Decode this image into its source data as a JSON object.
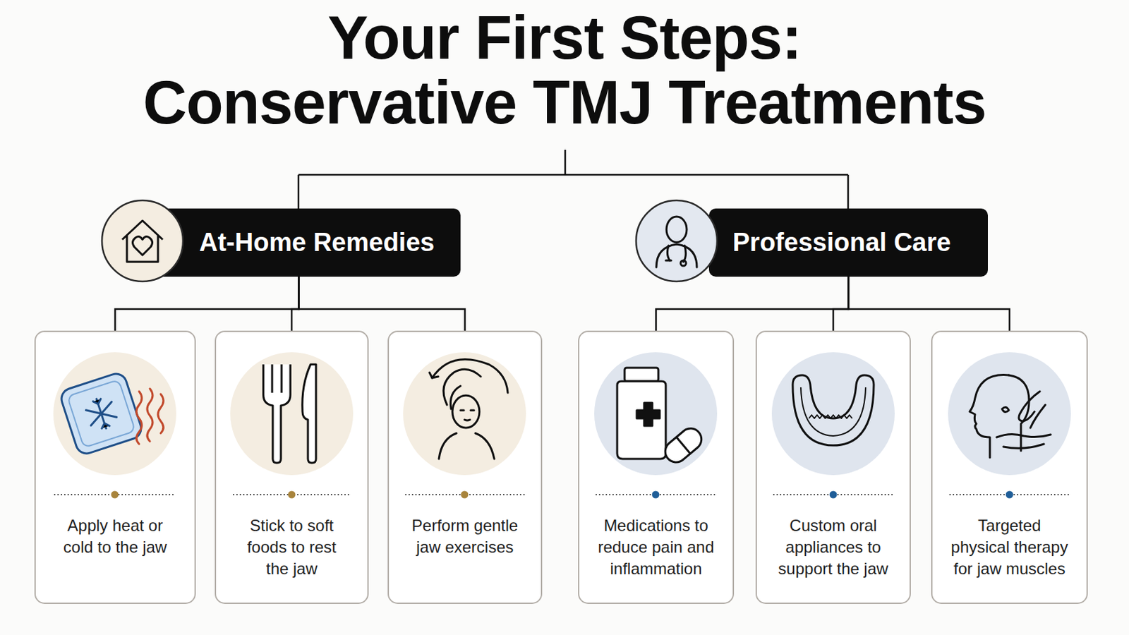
{
  "diagram": {
    "title": "Your First Steps: Conservative TMJ Treatments",
    "nodes": [
      {
        "text": [
          "At-Home Remedies"
        ]
      },
      {
        "text": [
          "Apply heat or cold to the jaw"
        ]
      },
      {
        "text": [
          "Stick to soft foods to rest the jaw"
        ]
      },
      {
        "text": [
          "Perform gentle jaw exercises"
        ]
      },
      {
        "text": [
          "Professional Care"
        ]
      },
      {
        "text": [
          "Medications to reduce pain and inflammation"
        ]
      },
      {
        "text": [
          "Custom oral appliances to support the jaw"
        ]
      },
      {
        "text": [
          "Targeted physical therapy for jaw muscles"
        ]
      }
    ],
    "edges": [
      {
        "from": 0,
        "to": 1,
        "arrow": "none"
      },
      {
        "from": 0,
        "to": 2,
        "arrow": "none"
      },
      {
        "from": 0,
        "to": 3,
        "arrow": "none"
      },
      {
        "from": 4,
        "to": 5,
        "arrow": "none"
      },
      {
        "from": 4,
        "to": 6,
        "arrow": "none"
      },
      {
        "from": 4,
        "to": 7,
        "arrow": "none"
      }
    ]
  }
}
